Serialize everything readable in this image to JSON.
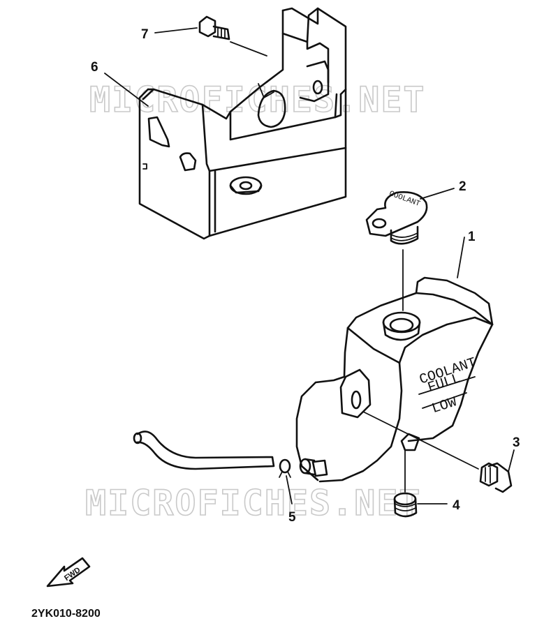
{
  "watermark": {
    "text": "MICROFICHES.NET"
  },
  "callouts": [
    {
      "id": "1",
      "label": "1"
    },
    {
      "id": "2",
      "label": "2"
    },
    {
      "id": "3",
      "label": "3"
    },
    {
      "id": "4",
      "label": "4"
    },
    {
      "id": "5",
      "label": "5"
    },
    {
      "id": "6",
      "label": "6"
    },
    {
      "id": "7",
      "label": "7"
    }
  ],
  "tank_decal": {
    "line1": "COOLANT",
    "line2": "FULL",
    "line3": "LOW"
  },
  "cap_text": "COOLANT",
  "direction_label": "FWD",
  "diagram_code": "2YK010-8200"
}
